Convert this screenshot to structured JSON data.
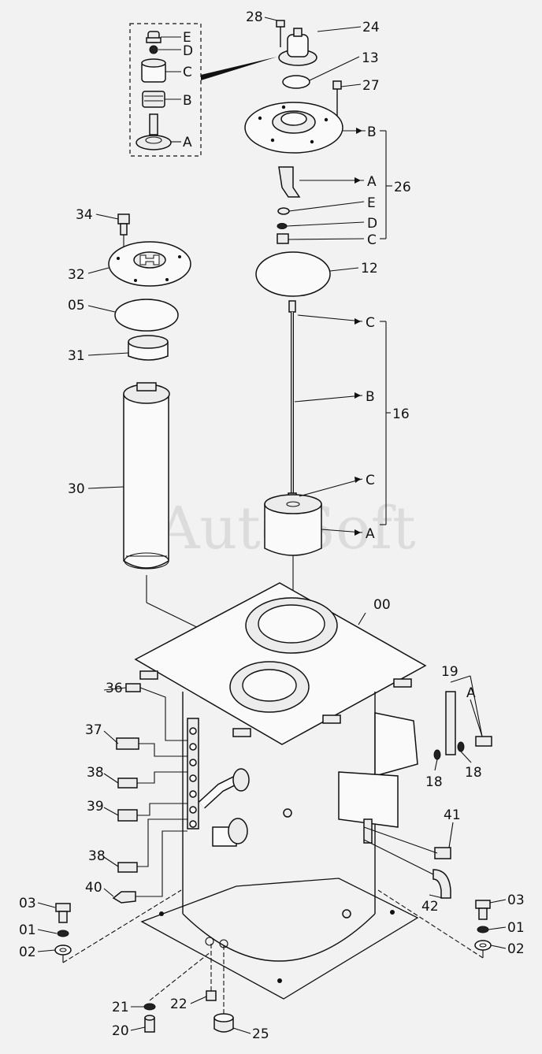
{
  "watermark": "AutoSoft",
  "labels": {
    "l28": "28",
    "l24": "24",
    "l13": "13",
    "l27": "27",
    "l26": "26",
    "l12": "12",
    "l16": "16",
    "l34": "34",
    "l32": "32",
    "l05": "05",
    "l31": "31",
    "l30": "30",
    "l00": "00",
    "l19": "19",
    "l18a": "18",
    "l18b": "18",
    "l36": "36",
    "l37": "37",
    "l38a": "38",
    "l39": "39",
    "l38b": "38",
    "l40": "40",
    "l41": "41",
    "l42": "42",
    "l03a": "03",
    "l01a": "01",
    "l02a": "02",
    "l03b": "03",
    "l01b": "01",
    "l02b": "02",
    "l21": "21",
    "l22": "22",
    "l20": "20",
    "l25": "25"
  },
  "inset_letters": {
    "E": "E",
    "D": "D",
    "C": "C",
    "B": "B",
    "A": "A"
  },
  "sub26": {
    "B": "B",
    "A": "A",
    "E": "E",
    "D": "D",
    "C": "C"
  },
  "sub16": {
    "C1": "C",
    "B": "B",
    "C2": "C",
    "A": "A"
  },
  "sub19": {
    "A": "A"
  }
}
